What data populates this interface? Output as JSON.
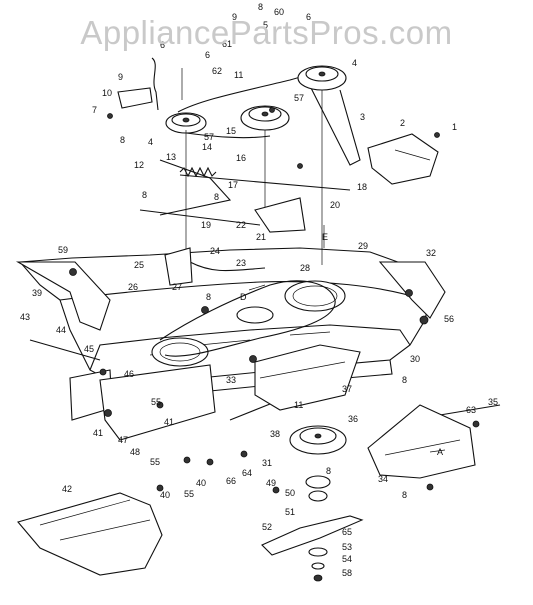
{
  "watermark": "AppliancePartsPros.com",
  "parts": [
    {
      "id": "p1",
      "label": "1"
    },
    {
      "id": "p2",
      "label": "2"
    },
    {
      "id": "p3",
      "label": "3"
    },
    {
      "id": "p4a",
      "label": "4"
    },
    {
      "id": "p4b",
      "label": "4"
    },
    {
      "id": "p5",
      "label": "5"
    },
    {
      "id": "p6a",
      "label": "6"
    },
    {
      "id": "p6b",
      "label": "6"
    },
    {
      "id": "p6c",
      "label": "6"
    },
    {
      "id": "p7",
      "label": "7"
    },
    {
      "id": "p8a",
      "label": "8"
    },
    {
      "id": "p8b",
      "label": "8"
    },
    {
      "id": "p8c",
      "label": "8"
    },
    {
      "id": "p8d",
      "label": "8"
    },
    {
      "id": "p8e",
      "label": "8"
    },
    {
      "id": "p8f",
      "label": "8"
    },
    {
      "id": "p8g",
      "label": "8"
    },
    {
      "id": "p8h",
      "label": "8"
    },
    {
      "id": "p9a",
      "label": "9"
    },
    {
      "id": "p9b",
      "label": "9"
    },
    {
      "id": "p10",
      "label": "10"
    },
    {
      "id": "p11a",
      "label": "11"
    },
    {
      "id": "p11b",
      "label": "11"
    },
    {
      "id": "p12",
      "label": "12"
    },
    {
      "id": "p13",
      "label": "13"
    },
    {
      "id": "p14",
      "label": "14"
    },
    {
      "id": "p15",
      "label": "15"
    },
    {
      "id": "p16",
      "label": "16"
    },
    {
      "id": "p17",
      "label": "17"
    },
    {
      "id": "p18",
      "label": "18"
    },
    {
      "id": "p19",
      "label": "19"
    },
    {
      "id": "p20",
      "label": "20"
    },
    {
      "id": "p21",
      "label": "21"
    },
    {
      "id": "p22",
      "label": "22"
    },
    {
      "id": "p23",
      "label": "23"
    },
    {
      "id": "p24",
      "label": "24"
    },
    {
      "id": "p25",
      "label": "25"
    },
    {
      "id": "p26",
      "label": "26"
    },
    {
      "id": "p27",
      "label": "27"
    },
    {
      "id": "p28",
      "label": "28"
    },
    {
      "id": "p29",
      "label": "29"
    },
    {
      "id": "p30",
      "label": "30"
    },
    {
      "id": "p31",
      "label": "31"
    },
    {
      "id": "p32",
      "label": "32"
    },
    {
      "id": "p33",
      "label": "33"
    },
    {
      "id": "p34",
      "label": "34"
    },
    {
      "id": "p35",
      "label": "35"
    },
    {
      "id": "p36",
      "label": "36"
    },
    {
      "id": "p37",
      "label": "37"
    },
    {
      "id": "p38",
      "label": "38"
    },
    {
      "id": "p39",
      "label": "39"
    },
    {
      "id": "p40a",
      "label": "40"
    },
    {
      "id": "p40b",
      "label": "40"
    },
    {
      "id": "p41a",
      "label": "41"
    },
    {
      "id": "p41b",
      "label": "41"
    },
    {
      "id": "p42",
      "label": "42"
    },
    {
      "id": "p43",
      "label": "43"
    },
    {
      "id": "p44",
      "label": "44"
    },
    {
      "id": "p45",
      "label": "45"
    },
    {
      "id": "p46",
      "label": "46"
    },
    {
      "id": "p47",
      "label": "47"
    },
    {
      "id": "p48",
      "label": "48"
    },
    {
      "id": "p49",
      "label": "49"
    },
    {
      "id": "p50",
      "label": "50"
    },
    {
      "id": "p51",
      "label": "51"
    },
    {
      "id": "p52",
      "label": "52"
    },
    {
      "id": "p53",
      "label": "53"
    },
    {
      "id": "p54",
      "label": "54"
    },
    {
      "id": "p55a",
      "label": "55"
    },
    {
      "id": "p55b",
      "label": "55"
    },
    {
      "id": "p55c",
      "label": "55"
    },
    {
      "id": "p56",
      "label": "56"
    },
    {
      "id": "p57a",
      "label": "57"
    },
    {
      "id": "p57b",
      "label": "57"
    },
    {
      "id": "p58",
      "label": "58"
    },
    {
      "id": "p59",
      "label": "59"
    },
    {
      "id": "p60",
      "label": "60"
    },
    {
      "id": "p61",
      "label": "61"
    },
    {
      "id": "p62",
      "label": "62"
    },
    {
      "id": "p63",
      "label": "63"
    },
    {
      "id": "p64",
      "label": "64"
    },
    {
      "id": "p65",
      "label": "65"
    },
    {
      "id": "p66",
      "label": "66"
    },
    {
      "id": "pA",
      "label": "A"
    },
    {
      "id": "pD",
      "label": "D"
    },
    {
      "id": "pE",
      "label": "E"
    }
  ]
}
